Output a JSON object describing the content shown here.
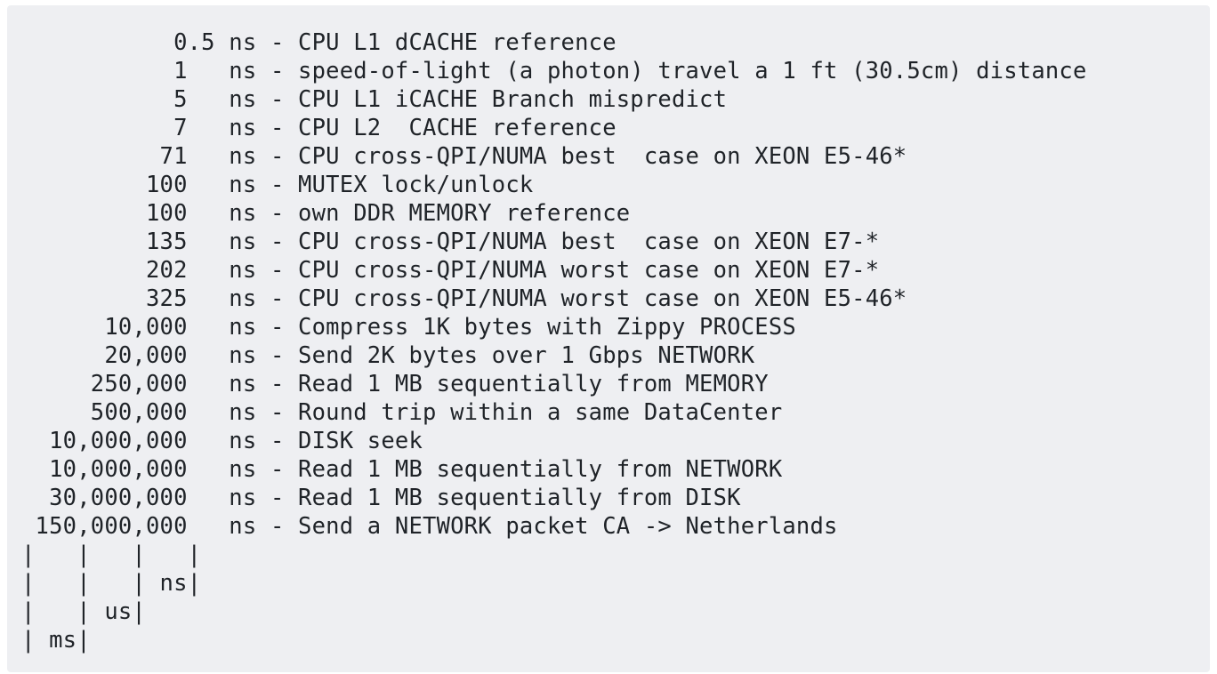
{
  "lines": [
    "           0.5 ns - CPU L1 dCACHE reference",
    "           1   ns - speed-of-light (a photon) travel a 1 ft (30.5cm) distance",
    "           5   ns - CPU L1 iCACHE Branch mispredict",
    "           7   ns - CPU L2  CACHE reference",
    "          71   ns - CPU cross-QPI/NUMA best  case on XEON E5-46*",
    "         100   ns - MUTEX lock/unlock",
    "         100   ns - own DDR MEMORY reference",
    "         135   ns - CPU cross-QPI/NUMA best  case on XEON E7-*",
    "         202   ns - CPU cross-QPI/NUMA worst case on XEON E7-*",
    "         325   ns - CPU cross-QPI/NUMA worst case on XEON E5-46*",
    "      10,000   ns - Compress 1K bytes with Zippy PROCESS",
    "      20,000   ns - Send 2K bytes over 1 Gbps NETWORK",
    "     250,000   ns - Read 1 MB sequentially from MEMORY",
    "     500,000   ns - Round trip within a same DataCenter",
    "  10,000,000   ns - DISK seek",
    "  10,000,000   ns - Read 1 MB sequentially from NETWORK",
    "  30,000,000   ns - Read 1 MB sequentially from DISK",
    " 150,000,000   ns - Send a NETWORK packet CA -> Netherlands",
    "|   |   |   |",
    "|   |   | ns|",
    "|   | us|",
    "| ms|"
  ]
}
